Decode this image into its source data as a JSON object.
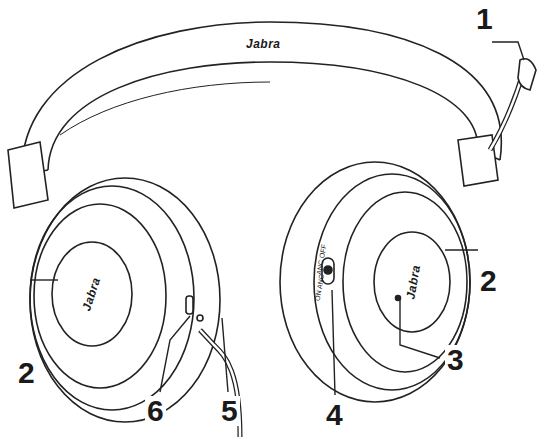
{
  "diagram": {
    "labels": [
      "1",
      "2",
      "2",
      "3",
      "4",
      "5",
      "6",
      "Jabra",
      "Jabra",
      "Jabra",
      "ANC OFF",
      "ON ANC"
    ]
  }
}
